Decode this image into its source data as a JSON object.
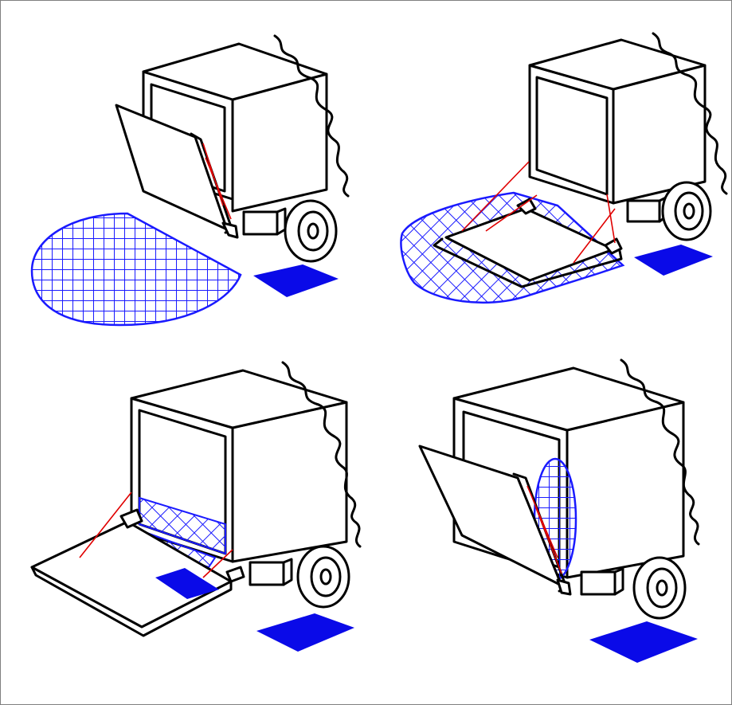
{
  "colors": {
    "line": "#000000",
    "cable": "#e00000",
    "hatch": "#1a1aff",
    "mark": "#0a0ae8",
    "background": "#ffffff",
    "frame": "#7f7f7f"
  },
  "panels": [
    {
      "id": "panel-top-left",
      "state": "ramp-raised-closed",
      "hatched_zone": "semi-ellipse-left"
    },
    {
      "id": "panel-top-right",
      "state": "ramp-lowered-flat",
      "hatched_zone": "surround-ramp"
    },
    {
      "id": "panel-bottom-left",
      "state": "ramp-extended-ground",
      "hatched_zone": "floor-strip"
    },
    {
      "id": "panel-bottom-right",
      "state": "ramp-raised-closed",
      "hatched_zone": "vertical-ellipse"
    }
  ]
}
